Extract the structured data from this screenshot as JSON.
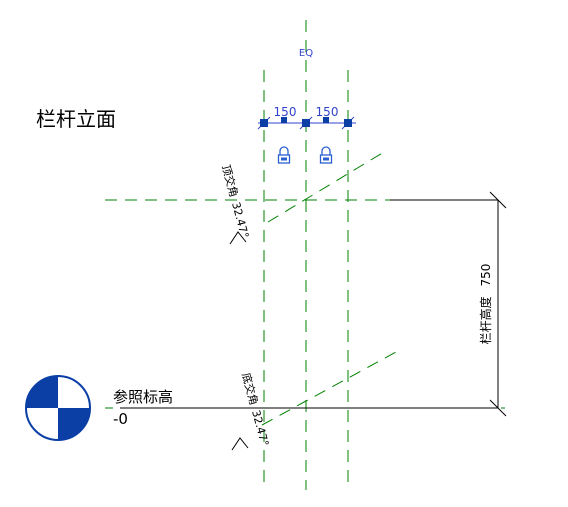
{
  "view": {
    "title": "栏杆立面"
  },
  "dimensions": {
    "equality": "EQ",
    "left_spacing": "150",
    "right_spacing": "150",
    "height_label": "栏杆高度",
    "height_value": "750"
  },
  "angles": {
    "top_label": "顶交角",
    "top_value": "32.47°",
    "bottom_label": "底交角",
    "bottom_value": "32.47°"
  },
  "level": {
    "name": "参照标高",
    "elevation": "-0"
  },
  "colors": {
    "reference_line": "#008000",
    "annotation": "#3344cc",
    "level_marker": "#0b3fa6",
    "line": "#000000"
  }
}
